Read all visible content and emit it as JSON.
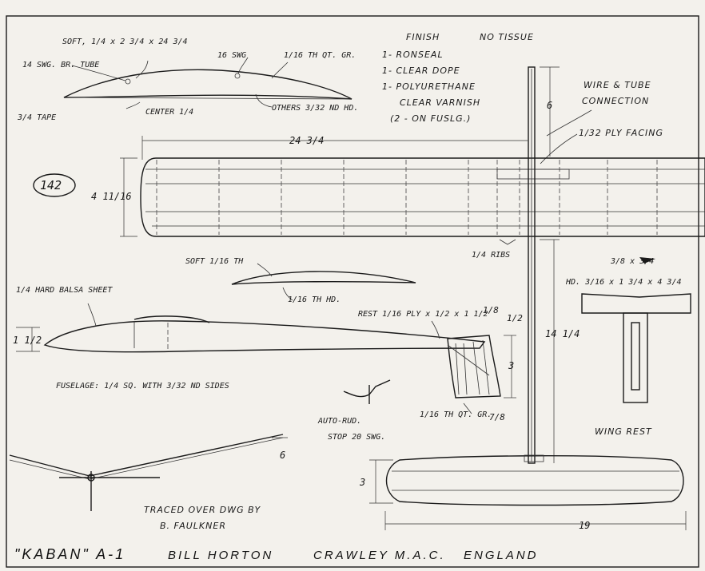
{
  "plan_number": "142",
  "wing_section": {
    "soft_spar": "SOFT, 1/4 x 2 3/4 x 24 3/4",
    "tube": "14 SWG. BR. TUBE",
    "swg16": "16 SWG",
    "qtgr": "1/16 TH QT. GR.",
    "tape": "3/4 TAPE",
    "center": "CENTER 1/4",
    "others": "OTHERS 3/32 ND HD."
  },
  "finish": {
    "title": "FINISH",
    "no_tissue": "NO TISSUE",
    "items": [
      "1- RONSEAL",
      "1- CLEAR DOPE",
      "1- POLYURETHANE",
      "CLEAR VARNISH",
      "(2 - ON FUSLG.)"
    ]
  },
  "wire_tube": [
    "WIRE & TUBE",
    "CONNECTION"
  ],
  "ply_facing": "1/32 PLY FACING",
  "dims": {
    "span_half": "24 3/4",
    "chord": "4 11/16",
    "pylon_top": "6",
    "fuselage_len": "14 1/4",
    "fin_height": "3",
    "fin_top": "1/2",
    "fin_thk": "1/8",
    "fin_base": "7/8",
    "fuse_depth": "1 1/2",
    "stab_chord": "3",
    "stab_span": "19",
    "dihedral": "6"
  },
  "ribs": "1/4 RIBS",
  "stab_section": {
    "top": "SOFT 1/16 TH",
    "bottom": "1/16 TH HD."
  },
  "fuselage": {
    "hard_balsa": "1/4 HARD BALSA SHEET",
    "note": "FUSELAGE: 1/4 SQ. WITH 3/32 ND SIDES",
    "rest": "REST 1/16 PLY x 1/2 x 1 1/2"
  },
  "fin": {
    "material": "1/16 TH QT. GR."
  },
  "auto_rud": [
    "AUTO-RUD.",
    "STOP 20 SWG."
  ],
  "wing_rest": {
    "dims_top": "3/8 x 3/4",
    "dims_hd": "HD. 3/16 x 1 3/4 x 4 3/4",
    "label": "WING REST"
  },
  "traced": [
    "TRACED OVER DWG BY",
    "B. FAULKNER"
  ],
  "title_block": {
    "model": "\"KABAN\" A-1",
    "designer": "BILL HORTON",
    "club": "CRAWLEY M.A.C.",
    "country": "ENGLAND"
  }
}
